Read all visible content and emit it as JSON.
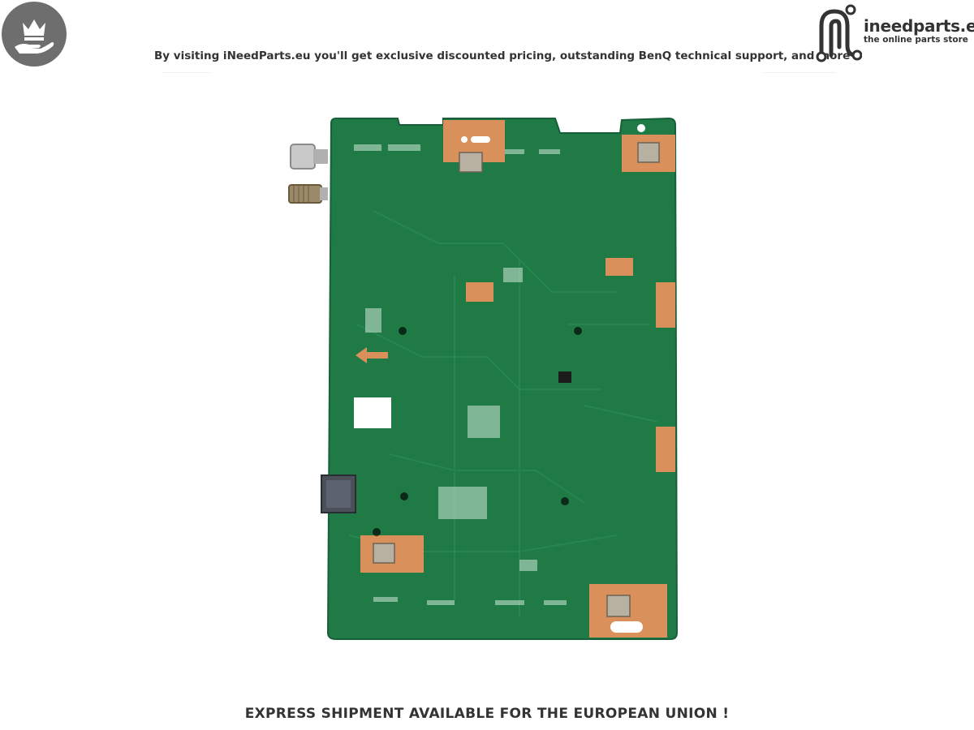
{
  "header": {
    "tagline": "By visiting iNeedParts.eu you'll get exclusive discounted pricing, outstanding BenQ technical support, and more",
    "badge_icon": "crown-hand-icon",
    "brand": {
      "name": "ineedparts.eu",
      "subtitle": "the online parts store",
      "logo_icon": "circuit-n-logo-icon"
    }
  },
  "product": {
    "image_subject": "pcb-board",
    "board_color": "#1f7a45",
    "pad_color": "#d9905a"
  },
  "footer": {
    "notice": "EXPRESS SHIPMENT AVAILABLE FOR THE EUROPEAN UNION !"
  }
}
